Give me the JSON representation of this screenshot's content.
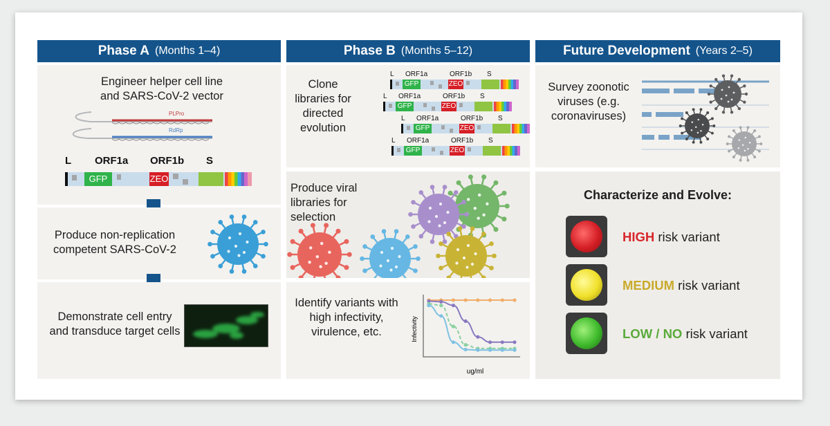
{
  "phase_a": {
    "title": "Phase A",
    "subtitle": "(Months 1–4)",
    "step1": "Engineer helper cell line and SARS-CoV-2 vector",
    "plpro_label": "PLPro",
    "rdrp_label": "RdRp",
    "genome": {
      "l": "L",
      "orf1a": "ORF1a",
      "orf1b": "ORF1b",
      "s": "S",
      "gfp": "GFP",
      "zeo": "ZEO"
    },
    "step2": "Produce non-replication competent SARS-CoV-2",
    "step3": "Demonstrate cell entry and transduce target cells",
    "colors": {
      "header": "#15548b",
      "arrow": "#15548b",
      "virus": "#3a9fd6"
    }
  },
  "phase_b": {
    "title": "Phase B",
    "subtitle": "(Months 5–12)",
    "step1": "Clone libraries for directed evolution",
    "genome": {
      "l": "L",
      "orf1a": "ORF1a",
      "orf1b": "ORF1b",
      "s": "S",
      "gfp": "GFP",
      "zeo": "ZEO"
    },
    "step2": "Produce viral libraries for selection",
    "step3": "Identify variants with high infectivity, virulence, etc.",
    "virus_colors": [
      "#e8655d",
      "#66b7e3",
      "#a88fcc",
      "#74b66a",
      "#c9b335"
    ]
  },
  "future": {
    "title": "Future Development",
    "subtitle": "(Years 2–5)",
    "step1": "Survey zoonotic viruses (e.g. coronaviruses)",
    "step2": "Characterize and Evolve:",
    "risks": [
      {
        "level": "HIGH",
        "rest": "risk variant",
        "color": "#d7262b"
      },
      {
        "level": "MEDIUM",
        "rest": "risk variant",
        "color": "#c9aa2a"
      },
      {
        "level": "LOW / NO",
        "rest": "risk variant",
        "color": "#5aaa3b"
      }
    ]
  },
  "chart_data": {
    "type": "line",
    "title": "",
    "xlabel": "ug/ml",
    "ylabel": "Infectivity",
    "series": [
      {
        "values": [
          1.0,
          1.0,
          1.0,
          1.0,
          1.0,
          1.0,
          1.0,
          1.0
        ],
        "color": "#f2ae6b"
      },
      {
        "values": [
          0.98,
          0.97,
          0.9,
          0.6,
          0.3,
          0.2,
          0.2,
          0.2
        ],
        "color": "#8a78c0"
      },
      {
        "values": [
          0.93,
          0.9,
          0.5,
          0.15,
          0.08,
          0.08,
          0.08,
          0.08
        ],
        "color": "#8bd0a0"
      },
      {
        "values": [
          0.9,
          0.7,
          0.2,
          0.06,
          0.05,
          0.05,
          0.05,
          0.05
        ],
        "color": "#7fc1e3"
      }
    ]
  }
}
